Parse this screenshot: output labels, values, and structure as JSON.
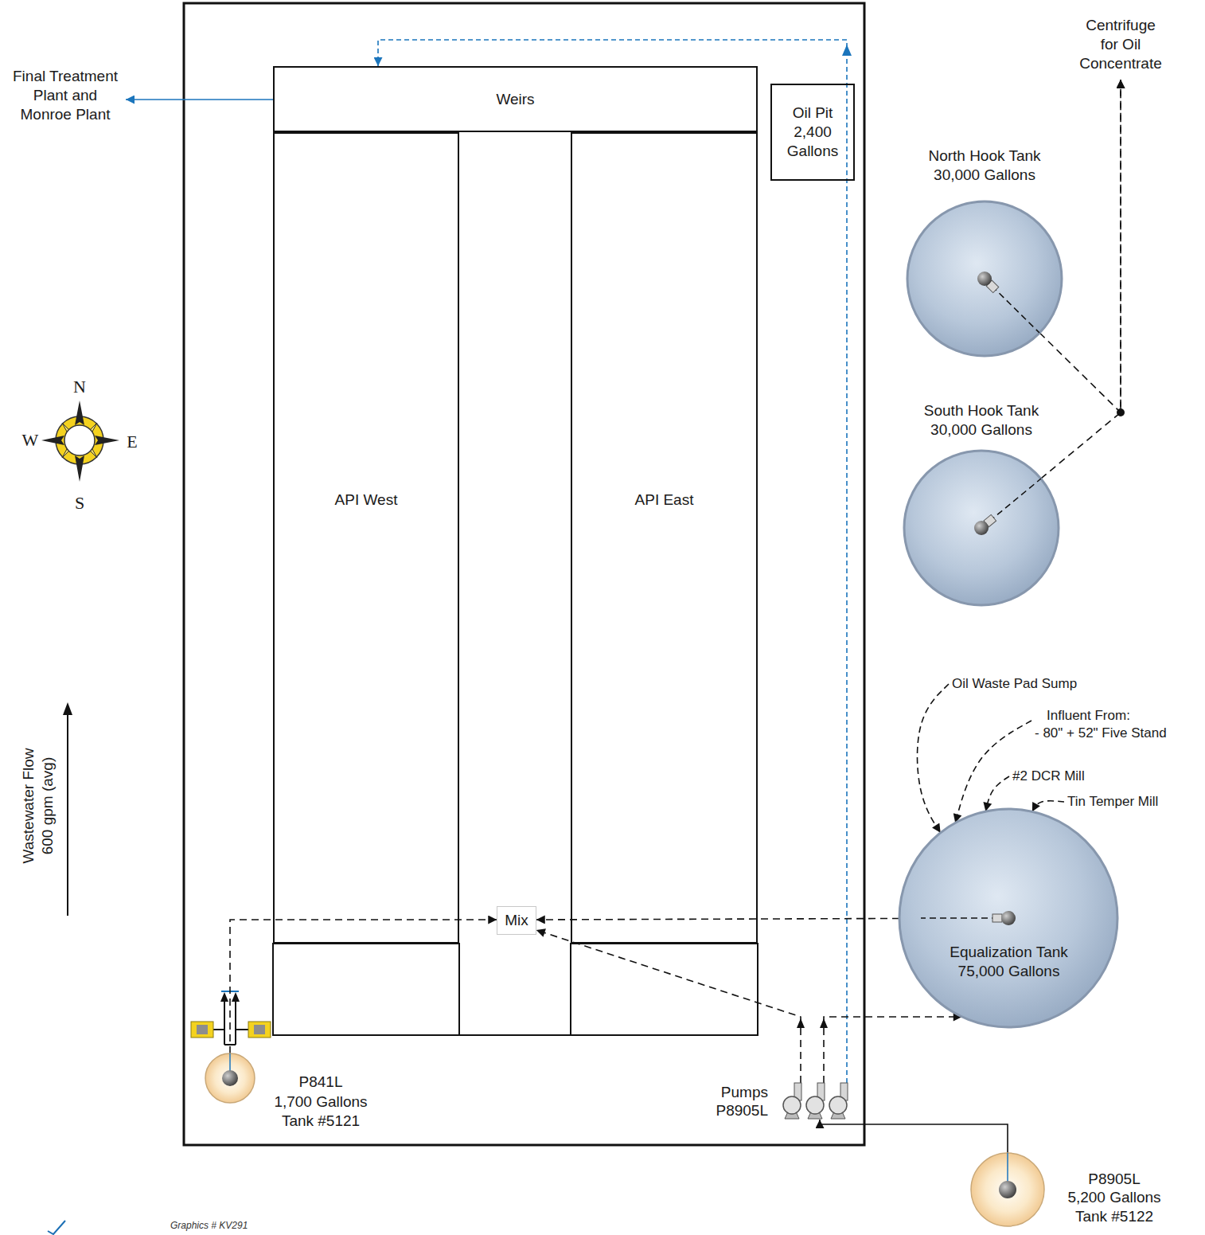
{
  "diagram": {
    "nodes": [
      {
        "text": [
          "Centrifuge for Oil Concentrate"
        ]
      },
      {
        "text": [
          "Final Treatment Plant and Monroe Plant"
        ]
      },
      {
        "text": [
          "Weirs"
        ]
      },
      {
        "text": [
          "Oil Pit 2,400 Gallons"
        ]
      },
      {
        "text": [
          "North Hook Tank 30,000 Gallons"
        ]
      },
      {
        "text": [
          "South Hook Tank 30,000 Gallons"
        ]
      },
      {
        "text": [
          "API West"
        ]
      },
      {
        "text": [
          "API East"
        ]
      },
      {
        "text": [
          "Oil Waste Pad Sump"
        ]
      },
      {
        "text": [
          "Influent From:",
          "- 80\" + 52\" Five Stand"
        ]
      },
      {
        "text": [
          "#2 DCR Mill"
        ]
      },
      {
        "text": [
          "Tin Temper Mill"
        ]
      },
      {
        "text": [
          "Mix"
        ]
      },
      {
        "text": [
          "Equalization Tank 75,000 Gallons"
        ]
      },
      {
        "text": [
          "P841L",
          "1,700 Gallons Tank #5121"
        ]
      },
      {
        "text": [
          "Pumps P8905L"
        ]
      },
      {
        "text": [
          "P8905L",
          "5,200 Gallons Tank #5122"
        ]
      }
    ],
    "edges": [
      {
        "from": 4,
        "to": 0,
        "arrow": "to"
      },
      {
        "from": 5,
        "to": 0,
        "arrow": "to"
      },
      {
        "from": 2,
        "to": 1,
        "arrow": "to"
      },
      {
        "from": 15,
        "to": 2,
        "arrow": "to"
      },
      {
        "from": 8,
        "to": 13,
        "arrow": "to"
      },
      {
        "from": 9,
        "to": 13,
        "arrow": "to"
      },
      {
        "from": 10,
        "to": 13,
        "arrow": "to"
      },
      {
        "from": 11,
        "to": 13,
        "arrow": "to"
      },
      {
        "from": 14,
        "to": 12,
        "arrow": "to"
      },
      {
        "from": 13,
        "to": 12,
        "arrow": "to"
      },
      {
        "from": 15,
        "to": 12,
        "arrow": "to"
      },
      {
        "from": 15,
        "to": 13,
        "arrow": "to"
      },
      {
        "from": 16,
        "to": 15,
        "arrow": "to"
      }
    ],
    "labels": [
      "N",
      "W",
      "E",
      "S",
      "Wastewater Flow 600 gpm (avg)",
      "Graphics # KV291"
    ]
  }
}
